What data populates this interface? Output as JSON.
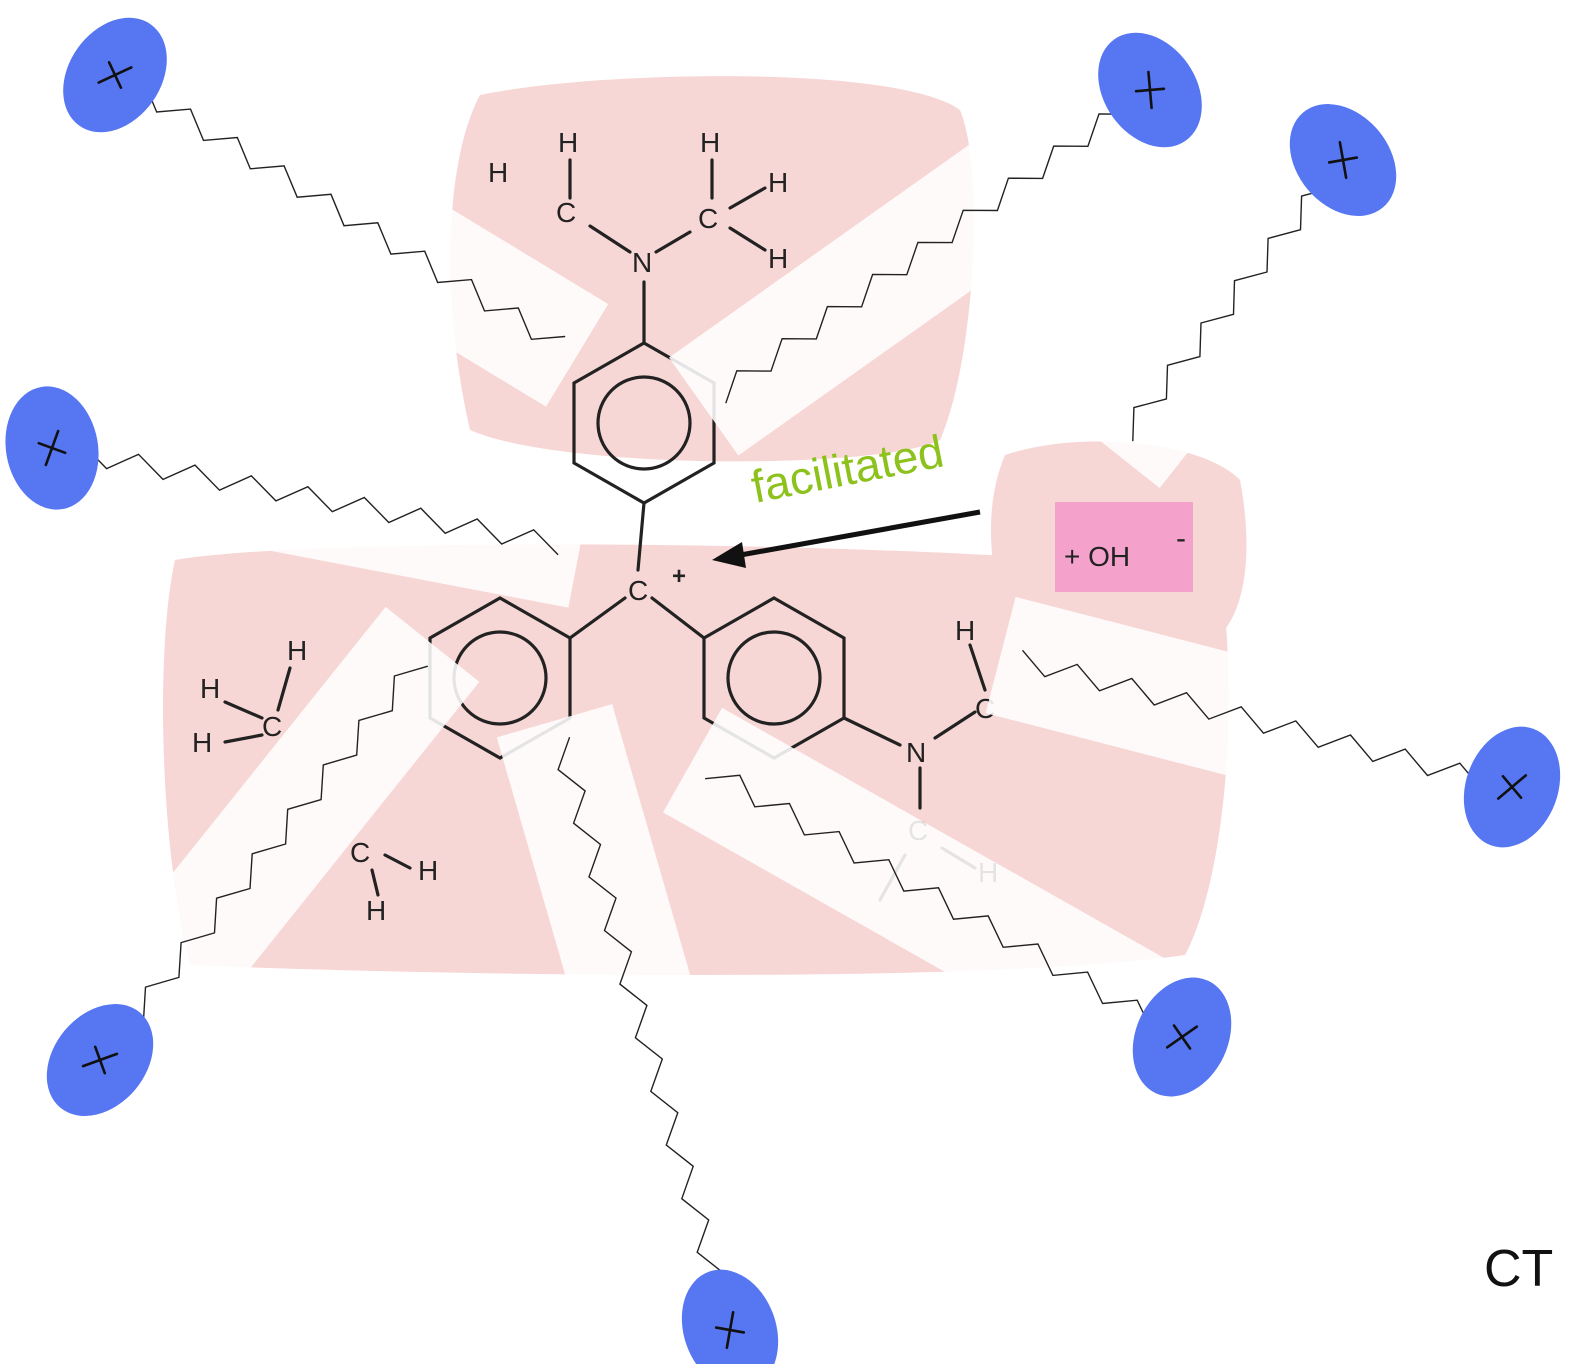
{
  "molecule": {
    "carbocation_label": "C",
    "carbocation_charge": "+",
    "atoms": {
      "nitrogen_top": "N",
      "nitrogen_right": "N",
      "carbon_top_left": "C",
      "carbon_top_right": "C",
      "carbon_right_upper": "C",
      "carbon_right_lower": "C",
      "carbon_left_upper": "C",
      "carbon_left_lower": "C",
      "hydrogen": "H"
    }
  },
  "annotation": {
    "arrow_label": "facilitated",
    "reagent_label": "+ OH",
    "reagent_charge": "-",
    "reagent_box_color": "#f4a2cc",
    "arrow_label_color": "#8cc21b"
  },
  "surfactant": {
    "head_color": "#5676f2",
    "head_symbol": "+"
  },
  "corner_label": "CT"
}
